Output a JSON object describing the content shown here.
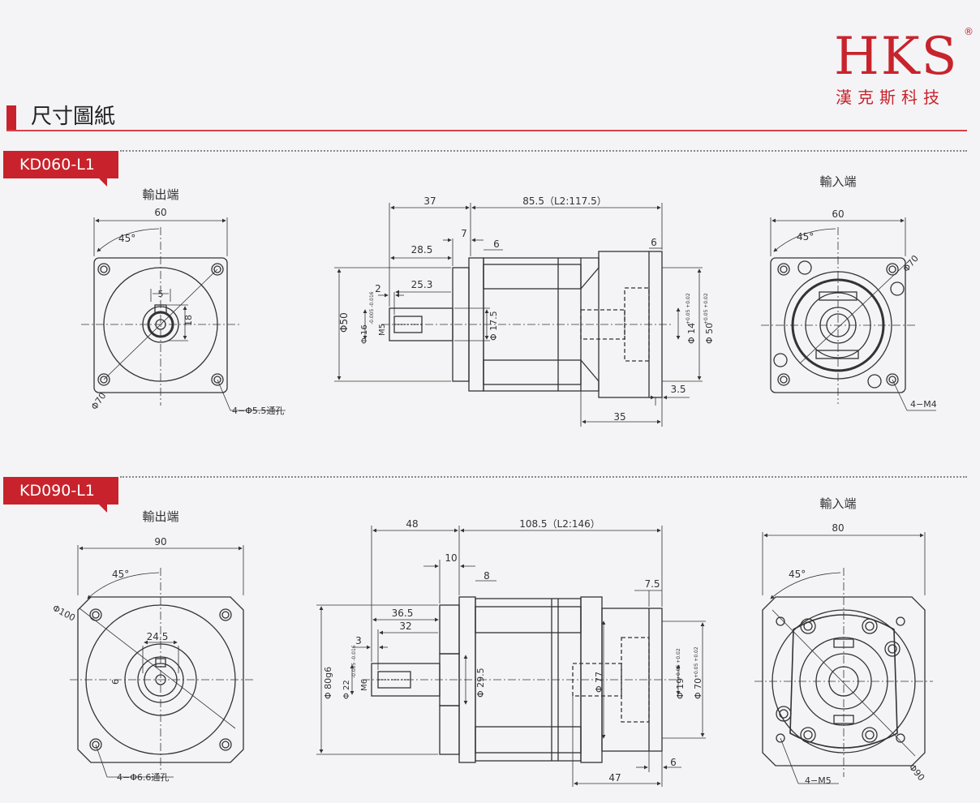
{
  "logo": {
    "brand": "HKS",
    "reg": "®",
    "subtitle": "漢克斯科技"
  },
  "section_title": "尺寸圖紙",
  "models": [
    {
      "name": "KD060-L1",
      "output_label": "輸出端",
      "input_label": "輸入端",
      "out": {
        "width": "60",
        "angle": "45°",
        "key": "5",
        "key_h": "18",
        "pcd": "Φ70",
        "holes": "4−Φ5.5通孔"
      },
      "side": {
        "d37": "37",
        "d85": "85.5（L2:117.5）",
        "d7": "7",
        "d6a": "6",
        "d6b": "6",
        "d28": "28.5",
        "d25": "25.3",
        "d2": "2",
        "phi50": "Φ50",
        "phi16": "Φ 16",
        "tol16": "-0.005 -0.016",
        "m5": "M5",
        "phi17": "Φ 17.5",
        "phi14": "Φ 14",
        "tol14": "+0.05 +0.02",
        "phi50b": "Φ 50",
        "tol50": "+0.05 +0.02",
        "d35s": "3.5",
        "d35": "35"
      },
      "inp": {
        "width": "60",
        "angle": "45°",
        "pcd": "Φ70",
        "holes": "4−M4"
      }
    },
    {
      "name": "KD090-L1",
      "output_label": "輸出端",
      "input_label": "輸入端",
      "out": {
        "width": "90",
        "angle": "45°",
        "pcd": "Φ100",
        "key_w": "24.5",
        "key": "6",
        "holes": "4−Φ6.6通孔"
      },
      "side": {
        "d48": "48",
        "d108": "108.5（L2:146）",
        "d10": "10",
        "d8": "8",
        "d75": "7.5",
        "d365": "36.5",
        "d32": "32",
        "d3": "3",
        "phi80": "Φ 80g6",
        "phi22": "Φ 22",
        "tol22": "-0.005 -0.016",
        "m6": "M6",
        "phi295": "Φ 29.5",
        "phi77": "Φ 77",
        "phi19": "Φ 19",
        "tol19": "+0.05 +0.02",
        "phi70": "Φ 70",
        "tol70": "+0.05 +0.02",
        "d6": "6",
        "d47": "47"
      },
      "inp": {
        "width": "80",
        "angle": "45°",
        "pcd": "Φ90",
        "holes": "4−M5"
      }
    }
  ],
  "colors": {
    "accent": "#c8232c",
    "line": "#333333"
  }
}
